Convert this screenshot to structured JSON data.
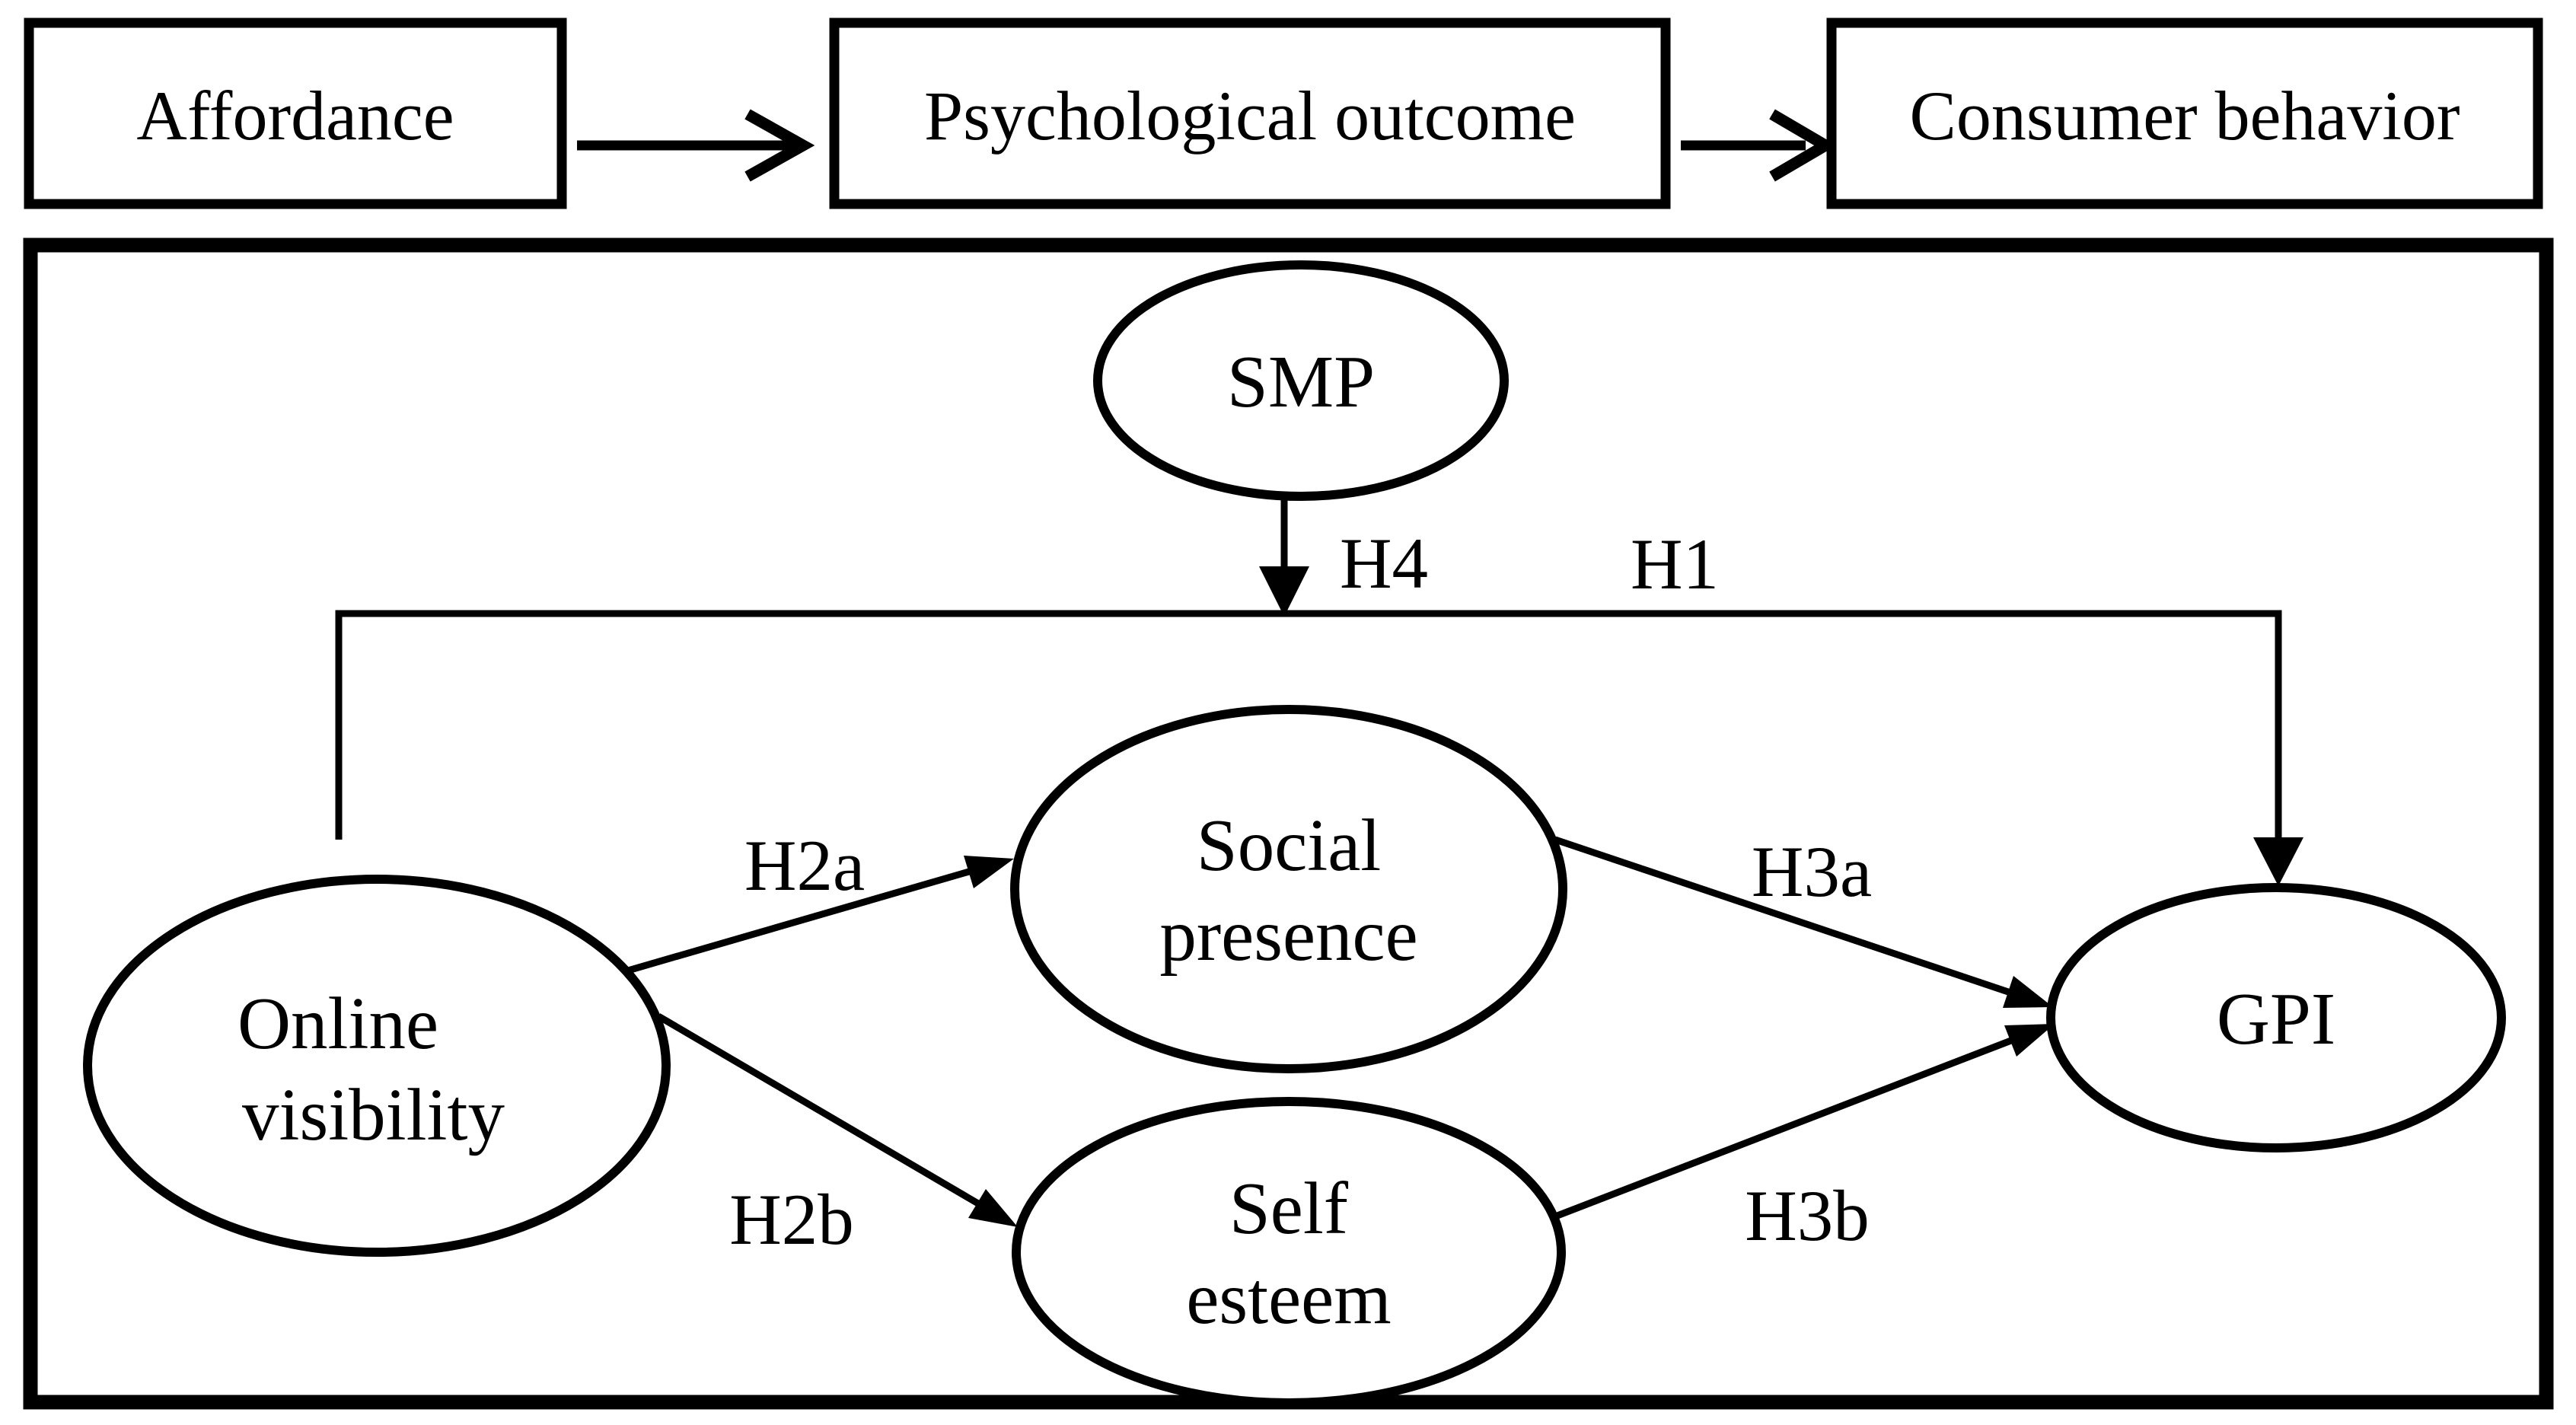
{
  "figure": {
    "description": "Conceptual research model diagram",
    "flow": {
      "boxes": [
        {
          "label": "Affordance"
        },
        {
          "label": "Psychological outcome"
        },
        {
          "label": "Consumer behavior"
        }
      ]
    },
    "model": {
      "nodes": {
        "smp": {
          "label": "SMP"
        },
        "online_visibility": {
          "line1": "Online",
          "line2": "visibility"
        },
        "social_presence": {
          "line1": "Social",
          "line2": "presence"
        },
        "self_esteem": {
          "line1": "Self",
          "line2": "esteem"
        },
        "gpi": {
          "label": "GPI"
        }
      },
      "hypotheses": {
        "h1": "H1",
        "h2a": "H2a",
        "h2b": "H2b",
        "h3a": "H3a",
        "h3b": "H3b",
        "h4": "H4"
      }
    },
    "colors": {
      "ink": "#000000",
      "paper": "#ffffff"
    }
  }
}
